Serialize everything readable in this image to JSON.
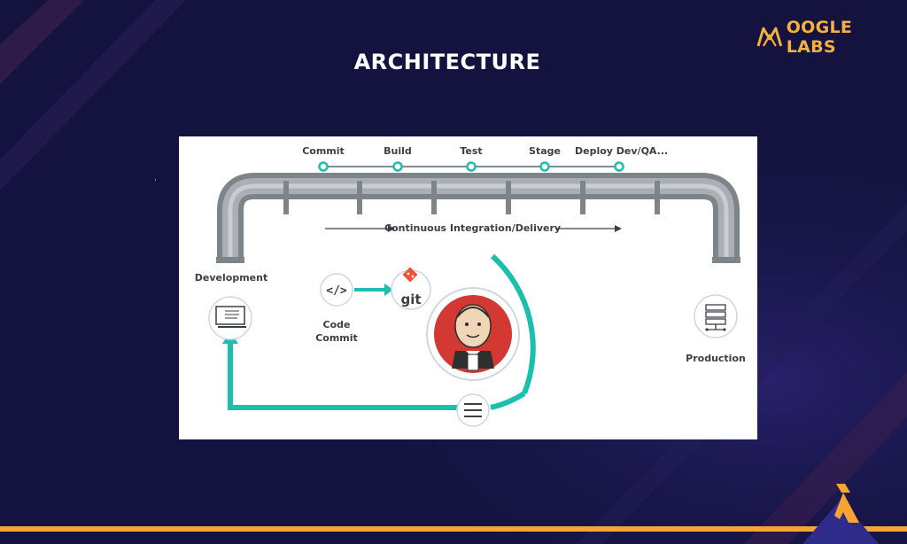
{
  "slide": {
    "title": "ARCHITECTURE",
    "brand": "OOGLE LABS"
  },
  "diagram": {
    "stages": [
      "Commit",
      "Build",
      "Test",
      "Stage",
      "Deploy Dev/QA..."
    ],
    "pipeline_label": "Continuous Integration/Delivery",
    "development_label": "Development",
    "code_commit_label_line1": "Code",
    "code_commit_label_line2": "Commit",
    "git_label": "git",
    "production_label": "Production"
  },
  "colors": {
    "background": "#14133f",
    "accent_orange": "#f6a432",
    "teal": "#1bbfae",
    "pipe_gray": "#9aa0a6",
    "jenkins_red": "#d33833"
  },
  "icons": [
    "brand-logo-icon",
    "laptop-icon",
    "code-icon",
    "git-icon",
    "jenkins-butler-icon",
    "menu-icon",
    "server-icon",
    "brand-triangle-icon"
  ]
}
